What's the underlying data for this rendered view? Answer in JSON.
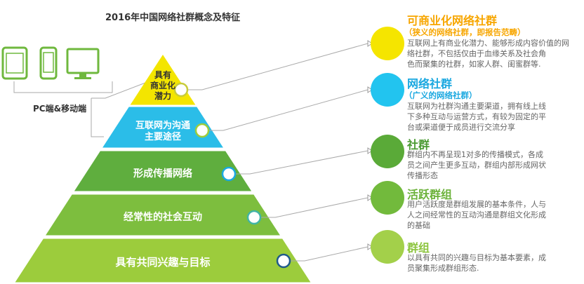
{
  "title": "2016年中国网络社群概念及特征",
  "devices_label": "PC端&移动端",
  "pyramid": [
    {
      "label_lines": [
        "具有",
        "商业化",
        "潜力"
      ],
      "color": "#f3e500"
    },
    {
      "label_lines": [
        "互联网为沟通",
        "主要途径"
      ],
      "color": "#2bbde8"
    },
    {
      "label_lines": [
        "形成传播网络"
      ],
      "color": "#5fae3e"
    },
    {
      "label_lines": [
        "经常性的社会互动"
      ],
      "color": "#7dbe3e"
    },
    {
      "label_lines": [
        "具有共同兴趣与目标"
      ],
      "color": "#9ccc3c"
    }
  ],
  "categories": [
    {
      "title": "可商业化网络社群",
      "subtitle": "（狭义的网络社群，即报告范畴）",
      "color": "#f7a600",
      "circle": "#f5e500",
      "desc": [
        "互联网上有商业化潜力、能够形成内容价值的网",
        "络社群，不包括仅由于血缘关系及社会角",
        "色而聚集的社群，如家人群、闺蜜群等."
      ]
    },
    {
      "title": "网络社群",
      "subtitle": "（广义的网络社群）",
      "color": "#1aa8e0",
      "circle": "#22c4ef",
      "desc": [
        "互联网为社群沟通主要渠道，拥有线上线",
        "下多种互动与运营方式，有较为固定的平",
        "台或渠道便于成员进行交流分享"
      ]
    },
    {
      "title": "社群",
      "subtitle": "",
      "color": "#4a9a32",
      "circle": "#5aaa38",
      "desc": [
        "群组内不再呈现1对多的传播模式，各成",
        "员之间产生更多互动，群组内部形成网状",
        "传播形态"
      ]
    },
    {
      "title": "活跃群组",
      "subtitle": "",
      "color": "#6cb23a",
      "circle": "#72ba3c",
      "desc": [
        "用户活跃度是群组发展的基本条件，人与",
        "人之间经常性的互动沟通是群组文化形成",
        "的基础"
      ]
    },
    {
      "title": "群组",
      "subtitle": "",
      "color": "#8cc43e",
      "circle": "#a3d04a",
      "desc": [
        "以具有共同的兴趣与目标为基本要素，成",
        "员聚集形成群组形态."
      ]
    }
  ],
  "device_icons": [
    "tablet-icon",
    "phone-icon",
    "monitor-icon"
  ]
}
